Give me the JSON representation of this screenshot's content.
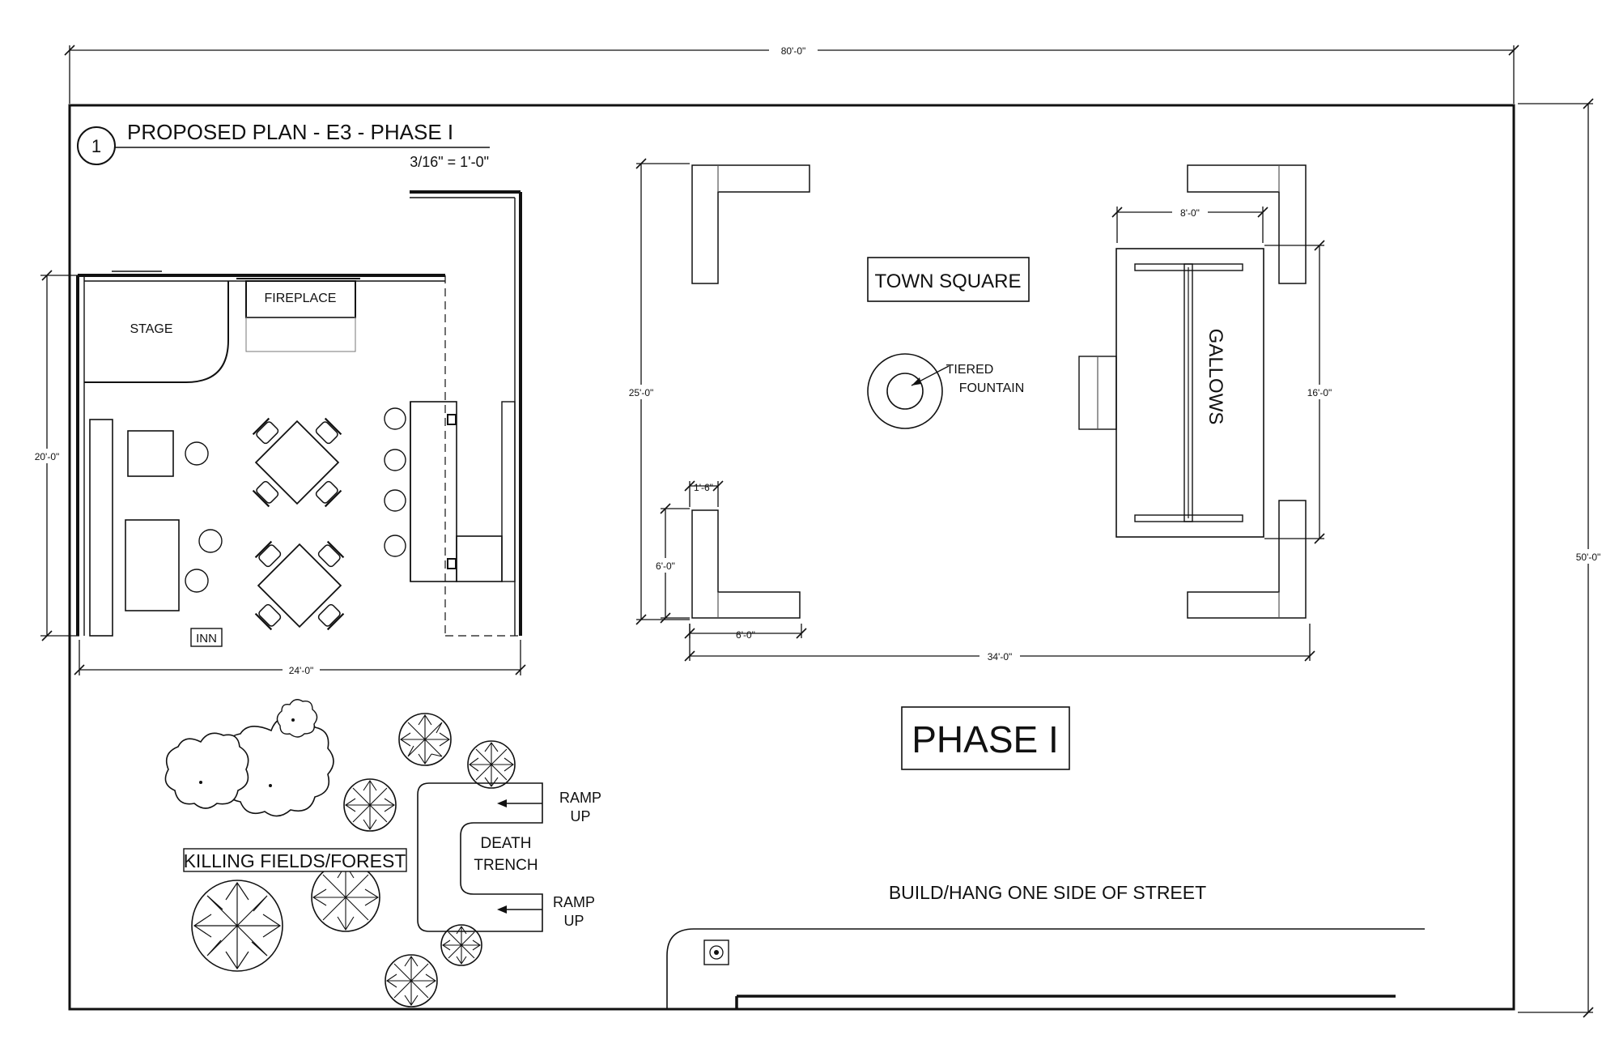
{
  "title": {
    "number": "1",
    "text": "PROPOSED PLAN - E3 - PHASE I",
    "scale": "3/16\" = 1'-0\""
  },
  "dimensions": {
    "overall_width": "80'-0\"",
    "overall_height": "50'-0\"",
    "inn_height": "20'-0\"",
    "inn_width": "24'-0\"",
    "square_height": "25'-0\"",
    "square_width": "34'-0\"",
    "bench_depth": "1'-6\"",
    "bench_height": "6'-0\"",
    "bench_width": "6'-0\"",
    "gallows_width": "8'-0\"",
    "gallows_height": "16'-0\""
  },
  "labels": {
    "stage": "STAGE",
    "fireplace": "FIREPLACE",
    "inn": "INN",
    "town_square": "TOWN SQUARE",
    "tiered": "TIERED",
    "fountain": "FOUNTAIN",
    "gallows": "GALLOWS",
    "phase": "PHASE I",
    "ramp_up_1a": "RAMP",
    "ramp_up_1b": "UP",
    "ramp_up_2a": "RAMP",
    "ramp_up_2b": "UP",
    "death": "DEATH",
    "trench": "TRENCH",
    "killing_fields": "KILLING FIELDS/FOREST",
    "street_note": "BUILD/HANG ONE SIDE OF STREET"
  }
}
